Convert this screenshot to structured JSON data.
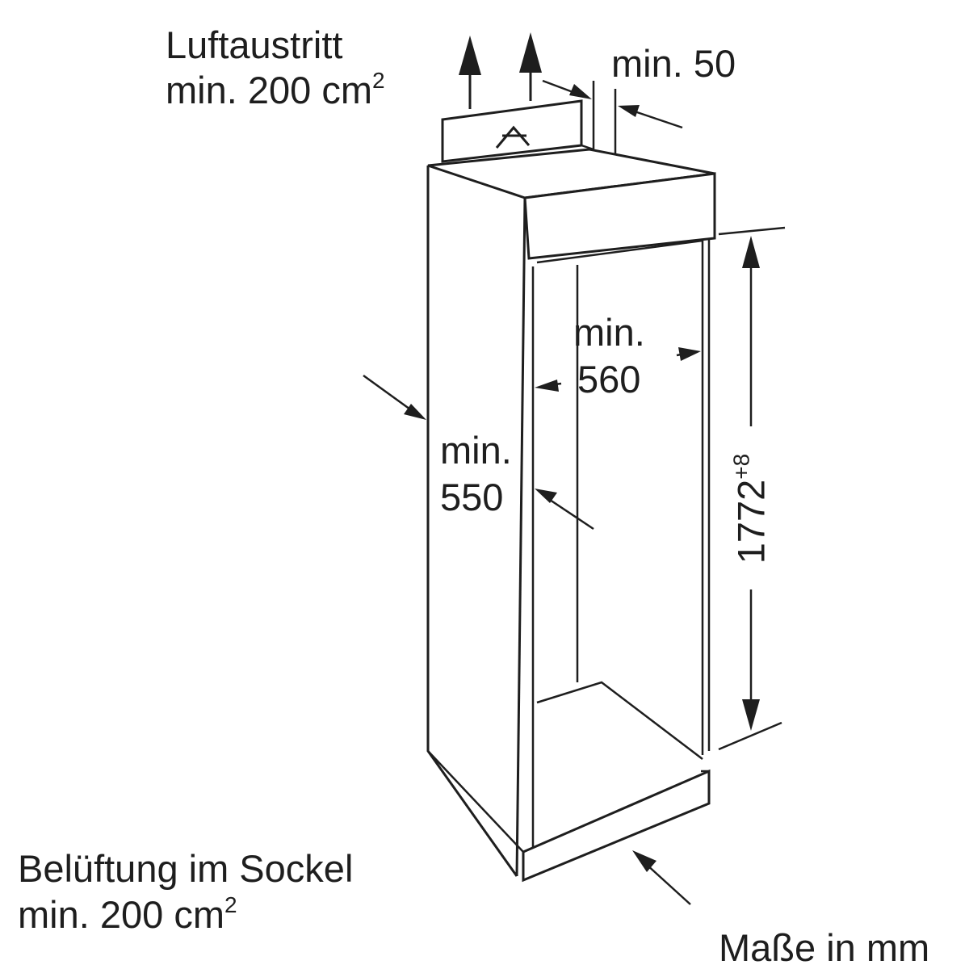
{
  "labels": {
    "air_outlet_line1": "Luftaustritt",
    "air_outlet_line2": "min. 200 cm",
    "air_outlet_sup": "2",
    "gap_top": "min. 50",
    "width_label_line1": "min.",
    "width_label_line2": "560",
    "depth_label_line1": "min.",
    "depth_label_line2": "550",
    "height_value": "1772",
    "height_tolerance": "+8",
    "plinth_vent_line1": "Belüftung im Sockel",
    "plinth_vent_line2": "min. 200 cm",
    "plinth_vent_sup": "2",
    "units_note": "Maße in mm"
  },
  "icons": {
    "appliance_symbol": "star-icon"
  }
}
